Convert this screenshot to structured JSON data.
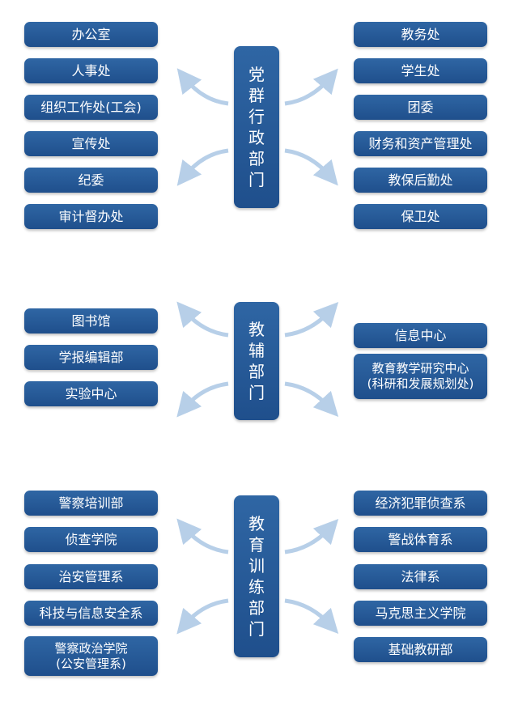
{
  "colors": {
    "box": "#24569a",
    "arrow": "#b7cfe8"
  },
  "groups": [
    {
      "center_chars": [
        "党",
        "群",
        "行",
        "政",
        "部",
        "门"
      ],
      "left": [
        "办公室",
        "人事处",
        "组织工作处(工会)",
        "宣传处",
        "纪委",
        "审计督办处"
      ],
      "right": [
        "教务处",
        "学生处",
        "团委",
        "财务和资产管理处",
        "教保后勤处",
        "保卫处"
      ]
    },
    {
      "center_chars": [
        "教",
        "辅",
        "部",
        "门"
      ],
      "left": [
        "图书馆",
        "学报编辑部",
        "实验中心"
      ],
      "right": [
        {
          "lines": [
            "信息中心"
          ]
        },
        {
          "lines": [
            "教育教学研究中心",
            "(科研和发展规划处)"
          ]
        }
      ]
    },
    {
      "center_chars": [
        "教",
        "育",
        "训",
        "练",
        "部",
        "门"
      ],
      "left": [
        {
          "lines": [
            "警察培训部"
          ]
        },
        {
          "lines": [
            "侦查学院"
          ]
        },
        {
          "lines": [
            "治安管理系"
          ]
        },
        {
          "lines": [
            "科技与信息安全系"
          ]
        },
        {
          "lines": [
            "警察政治学院",
            "(公安管理系)"
          ]
        }
      ],
      "right": [
        "经济犯罪侦查系",
        "警战体育系",
        "法律系",
        "马克思主义学院",
        "基础教研部"
      ]
    }
  ]
}
